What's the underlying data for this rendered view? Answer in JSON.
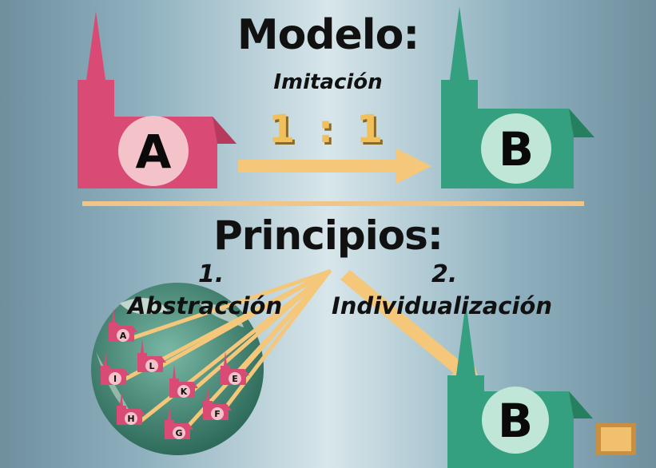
{
  "title": "Modelo:",
  "subtitle": "Imitación",
  "ratio": "1 : 1",
  "church_a_label": "A",
  "church_b_label": "B",
  "principles_title": "Principios:",
  "principle_1": {
    "number": "1.",
    "label": "Abstracción"
  },
  "principle_2": {
    "number": "2.",
    "label": "Individualización"
  },
  "globe_churches": [
    "A",
    "I",
    "L",
    "K",
    "E",
    "H",
    "F",
    "G"
  ],
  "church_b2_label": "B",
  "colors": {
    "church_a": "#d94a74",
    "church_b": "#35a07f",
    "arrow": "#f4c77a",
    "divider": "#f0c58a",
    "globe": "#4d8c78"
  }
}
